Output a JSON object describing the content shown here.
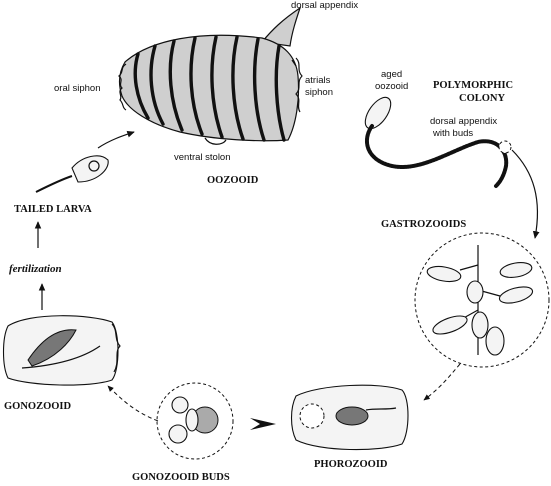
{
  "labels": {
    "dorsal_appendix": "dorsal appendix",
    "oral_siphon": "oral siphon",
    "atrial_siphon_1": "atrials",
    "atrial_siphon_2": "siphon",
    "ventral_stolon": "ventral stolon",
    "oozooid": "OOZOOID",
    "aged_oozooid_1": "aged",
    "aged_oozooid_2": "oozooid",
    "polymorphic_colony_1": "POLYMORPHIC",
    "polymorphic_colony_2": "COLONY",
    "dorsal_appendix_buds_1": "dorsal appendix",
    "dorsal_appendix_buds_2": "with buds",
    "tailed_larva": "TAILED LARVA",
    "fertilization": "fertilization",
    "gastrozooids": "GASTROZOOIDS",
    "gonozooid": "GONOZOOID",
    "gonozooid_buds": "GONOZOOID BUDS",
    "phorozooid": "PHOROZOOID"
  }
}
